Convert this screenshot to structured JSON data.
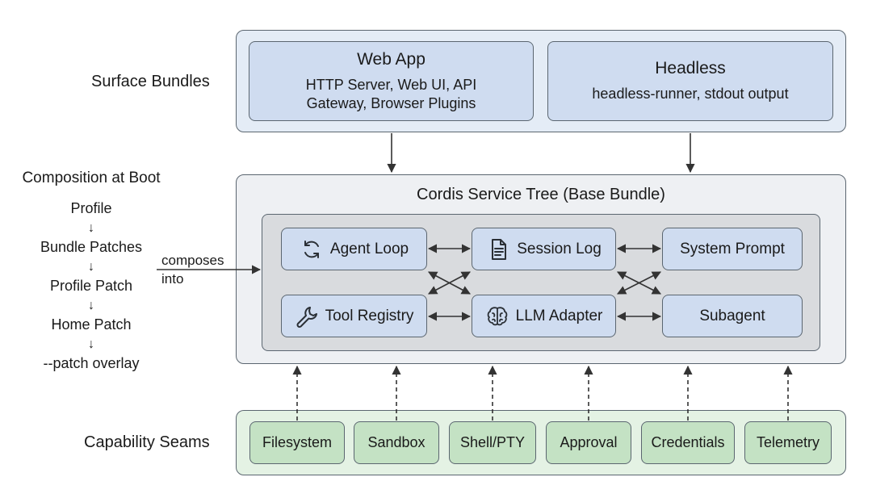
{
  "rows": {
    "surface": "Surface Bundles",
    "seams": "Capability Seams"
  },
  "surface_bundles": [
    {
      "title": "Web App",
      "desc_line1": "HTTP Server, Web UI, API",
      "desc_line2": "Gateway, Browser Plugins"
    },
    {
      "title": "Headless",
      "desc_line1": "headless-runner, stdout output",
      "desc_line2": ""
    }
  ],
  "service_tree": {
    "title": "Cordis Service Tree (Base Bundle)",
    "components": [
      {
        "label": "Agent Loop",
        "icon": "loop-arrows-icon"
      },
      {
        "label": "Session Log",
        "icon": "document-icon"
      },
      {
        "label": "System Prompt",
        "icon": ""
      },
      {
        "label": "Tool Registry",
        "icon": "wrench-icon"
      },
      {
        "label": "LLM Adapter",
        "icon": "brain-icon"
      },
      {
        "label": "Subagent",
        "icon": ""
      }
    ]
  },
  "composition": {
    "title": "Composition at Boot",
    "steps": [
      "Profile",
      "Bundle Patches",
      "Profile Patch",
      "Home Patch",
      "--patch overlay"
    ],
    "arrow_glyph": "↓",
    "composes_line1": "composes",
    "composes_line2": "into"
  },
  "seams": [
    "Filesystem",
    "Sandbox",
    "Shell/PTY",
    "Approval",
    "Credentials",
    "Telemetry"
  ],
  "colors": {
    "surface_panel": "#e4ecf6",
    "surface_box": "#cfdcf0",
    "core_panel": "#eef0f3",
    "inner_panel": "#d9dbde",
    "seam_panel": "#e4f2e4",
    "seam_box": "#c4e2c4",
    "stroke": "#5b6670"
  }
}
